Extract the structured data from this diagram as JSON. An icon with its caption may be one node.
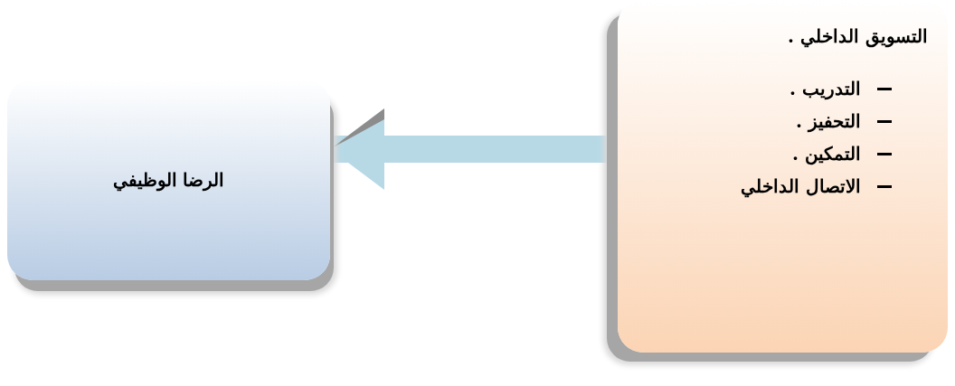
{
  "diagram": {
    "nodes": [
      {
        "text": [
          "التسويق الداخلي .",
          "التدريب .",
          "التحفيز .",
          "التمكين .",
          "الاتصال الداخلي"
        ]
      },
      {
        "text": [
          "الرضا الوظيفي"
        ]
      }
    ],
    "edges": [
      {
        "from": 0,
        "to": 1,
        "arrow": "to"
      }
    ]
  }
}
